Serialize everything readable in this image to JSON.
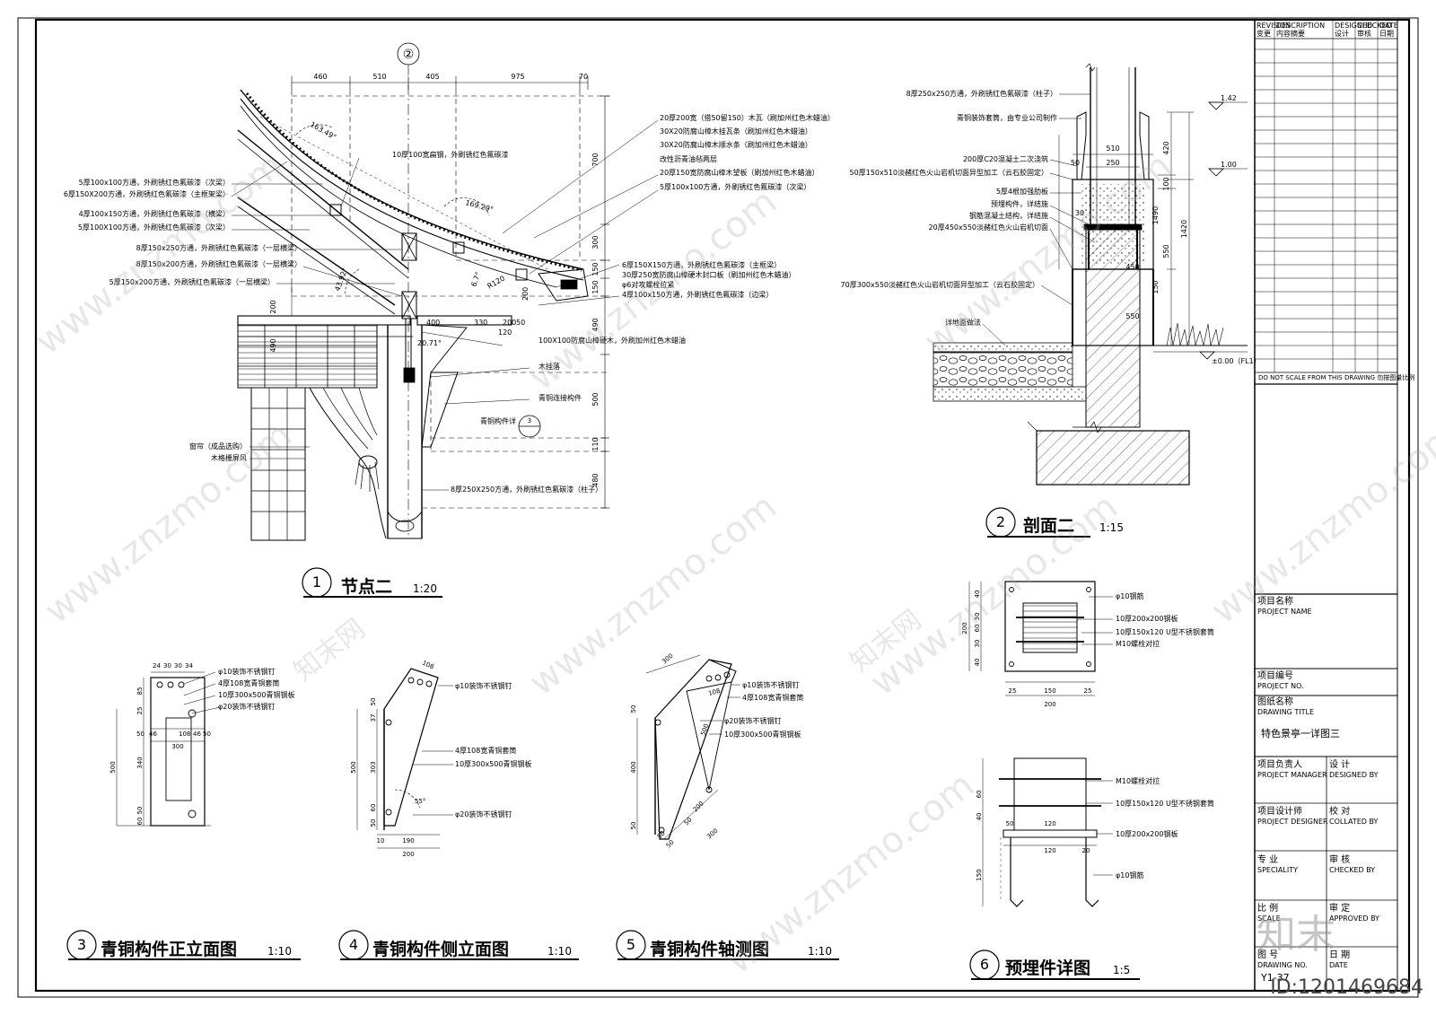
{
  "sheet": {
    "drawing_title": "特色景亭一详图三",
    "drawing_no": "Y1-37",
    "id_tag": "ID:1201469684",
    "scale_note": "DO NOT SCALE FROM THIS DRAWING 勿按图量比例",
    "watermark": "www.znzmo.com",
    "watermark_cn": "知末网",
    "logo": "知末",
    "revision_header": [
      "REVISION 变更",
      "DESCRIPTION 内容摘要",
      "DESIGNED 设计",
      "CHECKED 审核",
      "DATE 日期"
    ],
    "fields": {
      "project_name": "项目名称",
      "project_name_en": "PROJECT NAME",
      "project_no": "项目编号",
      "project_no_en": "PROJECT NO.",
      "drawing_title_label": "图纸名称",
      "drawing_title_en": "DRAWING TITLE",
      "manager": "项目负责人",
      "manager_en": "PROJECT MANAGER",
      "designed": "设 计",
      "designed_en": "DESIGNED BY",
      "designer": "项目设计师",
      "designer_en": "PROJECT DESIGNER",
      "collated": "校 对",
      "collated_en": "COLLATED BY",
      "specialty": "专 业",
      "specialty_en": "SPECIALITY",
      "checked": "审 核",
      "checked_en": "CHECKED BY",
      "scale": "比 例",
      "scale_en": "SCALE",
      "approved": "审 定",
      "approved_en": "APPROVED BY",
      "drawing_no_label": "图 号",
      "drawing_no_en": "DRAWING NO.",
      "date": "日 期",
      "date_en": "DATE"
    }
  },
  "views": [
    {
      "num": "1",
      "title": "节点二",
      "scale": "1:20"
    },
    {
      "num": "2",
      "title": "剖面二",
      "scale": "1:15"
    },
    {
      "num": "3",
      "title": "青铜构件正立面图",
      "scale": "1:10"
    },
    {
      "num": "4",
      "title": "青铜构件侧立面图",
      "scale": "1:10"
    },
    {
      "num": "5",
      "title": "青铜构件轴测图",
      "scale": "1:10"
    },
    {
      "num": "6",
      "title": "预埋件详图",
      "scale": "1:5"
    }
  ],
  "node2": {
    "axis": "②",
    "top_dims": [
      "460",
      "510",
      "405",
      "975",
      "70"
    ],
    "right_dims": [
      "700",
      "300",
      "150",
      "150",
      "490",
      "500",
      "110",
      "480"
    ],
    "left_dims": [
      "200",
      "490"
    ],
    "angles": [
      "163.49°",
      "169.29°",
      "43.92°",
      "6.7°",
      "20.71°"
    ],
    "small_dims": [
      "R120",
      "200",
      "400",
      "330",
      "200",
      "50",
      "120"
    ],
    "right_labels": [
      "20厚200宽（搭50留150）木瓦（刷加州红色木蜡油）",
      "30X20防腐山樟木挂瓦条（刷加州红色木蜡油）",
      "30X20防腐山樟木顺水条（刷加州红色木蜡油）",
      "改性沥青油毡两层",
      "20厚150宽防腐山樟木望板（刷加州红色木蜡油）",
      "5厚100x100方通，外刷锈红色氟碳漆（次梁）",
      "6厚150X150方通，外刷锈红色氟碳漆（主框梁）",
      "30厚250宽防腐山樟硬木封口板（刷加州红色木蜡油）",
      "φ6对攻螺栓拉紧",
      "4厚100x150方通，外刷锈红色氟碳漆（边梁）"
    ],
    "left_labels": [
      "5厚100x100方通，外刷锈红色氟碳漆（次梁）",
      "6厚150X200方通，外刷锈红色氟碳漆（主框架梁）",
      "4厚100x150方通，外刷锈红色氟碳漆（横梁）",
      "5厚100X100方通，外刷锈红色氟碳漆（次梁）",
      "8厚150x250方通，外刷锈红色氟碳漆（一层横梁）",
      "8厚150x200方通，外刷锈红色氟碳漆（一层横梁）",
      "5厚150x200方通，外刷锈红色氟碳漆（一层横梁）"
    ],
    "top_label": "10厚100宽扁钢，外刷锈红色氟碳漆",
    "mid_labels": [
      "100X100防腐山樟硬木，外刷加州红色木蜡油",
      "木挂落",
      "青铜连接构件",
      "青铜构件详",
      "8厚250X250方通，外刷锈红色氟碳漆（柱子）"
    ],
    "detail_ref": "3",
    "curtain_labels": [
      "窗帘（成品选购）",
      "木格栅屏风"
    ]
  },
  "section2": {
    "labels": [
      "8厚250x250方通，外刷锈红色氟碳漆（柱子）",
      "青铜装饰套筒，由专业公司制作",
      "200厚C20混凝土二次浇筑",
      "50厚150x510淡赭红色火山岩机切面异型加工（云石胶固定）",
      "5厚4根加强肋板",
      "预埋构件，详结施",
      "钢筋混凝土结构，详结施",
      "20厚450x550淡赭红色火山岩机切面",
      "70厚300x550淡赭红色火山岩机切面异型加工（云石胶固定）",
      "详地面做法"
    ],
    "dims": [
      "510",
      "250",
      "50",
      "30",
      "450",
      "550",
      "420",
      "100",
      "550",
      "1420",
      "1490",
      "150"
    ],
    "levels": [
      "1.42",
      "1.00",
      "±0.00（FL1）"
    ]
  },
  "view3": {
    "top_dims": [
      "24",
      "30",
      "30",
      "34"
    ],
    "left_dims": [
      "85",
      "25",
      "500",
      "340",
      "50",
      "60"
    ],
    "bottom_dims": [
      "50",
      "46",
      "108",
      "46",
      "50",
      "300"
    ],
    "labels": [
      "φ10装饰不锈钢钉",
      "4厚108宽青铜套筒",
      "10厚300x500青铜钢板",
      "φ20装饰不锈钢钉"
    ]
  },
  "view4": {
    "dims": [
      "108",
      "37",
      "50",
      "500",
      "303",
      "50",
      "60",
      "190",
      "10",
      "200",
      "55°"
    ],
    "labels": [
      "φ10装饰不锈钢钉",
      "4厚108宽青铜套筒",
      "10厚300x500青铜钢板",
      "φ20装饰不锈钢钉"
    ]
  },
  "view5": {
    "dims": [
      "300",
      "108",
      "50",
      "400",
      "50",
      "500",
      "50",
      "200",
      "300",
      "50",
      "50"
    ],
    "labels": [
      "φ10装饰不锈钢钉",
      "4厚108宽青铜套筒",
      "φ20装饰不锈钢钉",
      "10厚300x500青铜钢板"
    ]
  },
  "view6": {
    "plan_dims": [
      "40",
      "30",
      "60",
      "30",
      "40",
      "200",
      "25",
      "150",
      "25",
      "200"
    ],
    "plan_labels": [
      "φ10钢筋",
      "10厚200x200钢板",
      "10厚150x120 U型不锈钢套筒",
      "M10螺栓对拉"
    ],
    "elev_dims": [
      "60",
      "40",
      "120",
      "50",
      "120",
      "150",
      "20"
    ],
    "elev_labels": [
      "M10螺栓对拉",
      "10厚150x120 U型不锈钢套筒",
      "10厚200x200钢板",
      "φ10钢筋"
    ]
  }
}
